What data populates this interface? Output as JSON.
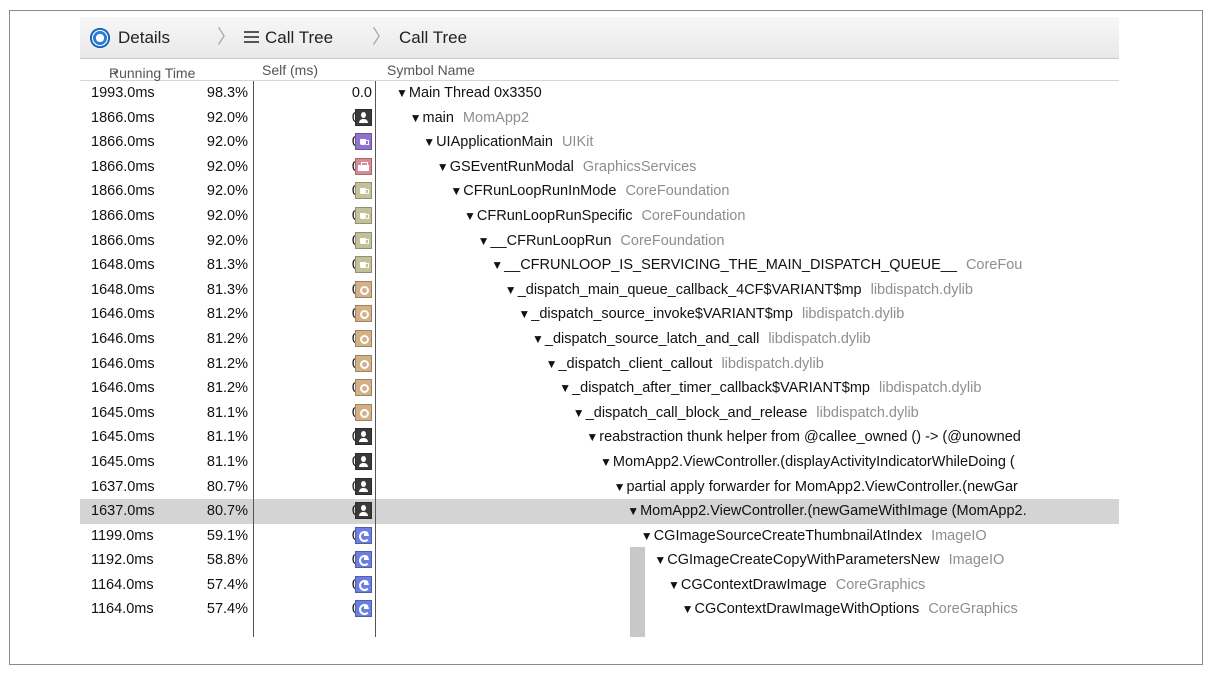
{
  "breadcrumb": {
    "details": "Details",
    "call_tree_1": "Call Tree",
    "call_tree_2": "Call Tree"
  },
  "columns": {
    "running_time": "Running Time",
    "self": "Self (ms)",
    "symbol": "Symbol Name"
  },
  "rows": [
    {
      "time": "1993.0ms",
      "pct": "98.3%",
      "self": "0.0",
      "icon": "none",
      "depth": 0,
      "symbol": "Main Thread  0x3350",
      "lib": ""
    },
    {
      "time": "1866.0ms",
      "pct": "92.0%",
      "self": "0.0",
      "icon": "user",
      "depth": 1,
      "symbol": "main",
      "lib": "MomApp2"
    },
    {
      "time": "1866.0ms",
      "pct": "92.0%",
      "self": "0.0",
      "icon": "cup-purple",
      "depth": 2,
      "symbol": "UIApplicationMain",
      "lib": "UIKit"
    },
    {
      "time": "1866.0ms",
      "pct": "92.0%",
      "self": "0.0",
      "icon": "toolbox",
      "depth": 3,
      "symbol": "GSEventRunModal",
      "lib": "GraphicsServices"
    },
    {
      "time": "1866.0ms",
      "pct": "92.0%",
      "self": "0.0",
      "icon": "cup-khaki",
      "depth": 4,
      "symbol": "CFRunLoopRunInMode",
      "lib": "CoreFoundation"
    },
    {
      "time": "1866.0ms",
      "pct": "92.0%",
      "self": "0.0",
      "icon": "cup-khaki",
      "depth": 5,
      "symbol": "CFRunLoopRunSpecific",
      "lib": "CoreFoundation"
    },
    {
      "time": "1866.0ms",
      "pct": "92.0%",
      "self": "0.0",
      "icon": "cup-khaki",
      "depth": 6,
      "symbol": "__CFRunLoopRun",
      "lib": "CoreFoundation"
    },
    {
      "time": "1648.0ms",
      "pct": "81.3%",
      "self": "0.0",
      "icon": "cup-khaki",
      "depth": 7,
      "symbol": "__CFRUNLOOP_IS_SERVICING_THE_MAIN_DISPATCH_QUEUE__",
      "lib": "CoreFou"
    },
    {
      "time": "1648.0ms",
      "pct": "81.3%",
      "self": "0.0",
      "icon": "gear",
      "depth": 8,
      "symbol": "_dispatch_main_queue_callback_4CF$VARIANT$mp",
      "lib": "libdispatch.dylib"
    },
    {
      "time": "1646.0ms",
      "pct": "81.2%",
      "self": "0.0",
      "icon": "gear",
      "depth": 9,
      "symbol": "_dispatch_source_invoke$VARIANT$mp",
      "lib": "libdispatch.dylib"
    },
    {
      "time": "1646.0ms",
      "pct": "81.2%",
      "self": "0.0",
      "icon": "gear",
      "depth": 10,
      "symbol": "_dispatch_source_latch_and_call",
      "lib": "libdispatch.dylib"
    },
    {
      "time": "1646.0ms",
      "pct": "81.2%",
      "self": "0.0",
      "icon": "gear",
      "depth": 11,
      "symbol": "_dispatch_client_callout",
      "lib": "libdispatch.dylib"
    },
    {
      "time": "1646.0ms",
      "pct": "81.2%",
      "self": "0.0",
      "icon": "gear",
      "depth": 12,
      "symbol": "_dispatch_after_timer_callback$VARIANT$mp",
      "lib": "libdispatch.dylib"
    },
    {
      "time": "1645.0ms",
      "pct": "81.1%",
      "self": "0.0",
      "icon": "gear",
      "depth": 13,
      "symbol": "_dispatch_call_block_and_release",
      "lib": "libdispatch.dylib"
    },
    {
      "time": "1645.0ms",
      "pct": "81.1%",
      "self": "0.0",
      "icon": "user",
      "depth": 14,
      "symbol": "reabstraction thunk helper from @callee_owned () -> (@unowned",
      "lib": ""
    },
    {
      "time": "1645.0ms",
      "pct": "81.1%",
      "self": "0.0",
      "icon": "user",
      "depth": 15,
      "symbol": "MomApp2.ViewController.(displayActivityIndicatorWhileDoing (",
      "lib": ""
    },
    {
      "time": "1637.0ms",
      "pct": "80.7%",
      "self": "0.0",
      "icon": "user",
      "depth": 16,
      "symbol": "partial apply forwarder for MomApp2.ViewController.(newGar",
      "lib": ""
    },
    {
      "time": "1637.0ms",
      "pct": "80.7%",
      "self": "0.0",
      "icon": "user",
      "depth": 17,
      "symbol": "MomApp2.ViewController.(newGameWithImage (MomApp2.",
      "lib": "",
      "selected": true
    },
    {
      "time": "1199.0ms",
      "pct": "59.1%",
      "self": "0.0",
      "icon": "pie",
      "depth": 18,
      "symbol": "CGImageSourceCreateThumbnailAtIndex",
      "lib": "ImageIO"
    },
    {
      "time": "1192.0ms",
      "pct": "58.8%",
      "self": "0.0",
      "icon": "pie",
      "depth": 19,
      "symbol": "CGImageCreateCopyWithParametersNew",
      "lib": "ImageIO"
    },
    {
      "time": "1164.0ms",
      "pct": "57.4%",
      "self": "0.0",
      "icon": "pie",
      "depth": 20,
      "symbol": "CGContextDrawImage",
      "lib": "CoreGraphics"
    },
    {
      "time": "1164.0ms",
      "pct": "57.4%",
      "self": "0.0",
      "icon": "pie",
      "depth": 21,
      "symbol": "CGContextDrawImageWithOptions",
      "lib": "CoreGraphics"
    }
  ]
}
